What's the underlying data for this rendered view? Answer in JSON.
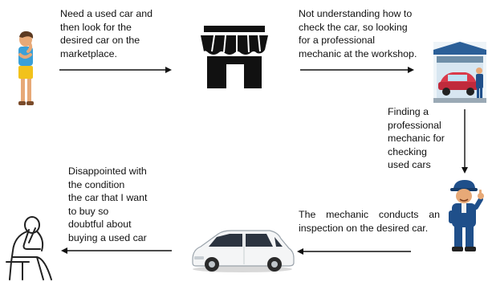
{
  "steps": {
    "step1": "Need a used car and\nthen look for the\ndesired car on the\nmarketplace.",
    "step2": "Not understanding how to\ncheck the car, so looking\nfor a professional\nmechanic at the workshop.",
    "step3": "Finding a\nprofessional\nmechanic for\nchecking\nused cars",
    "step4": "The mechanic conducts an inspection on the desired car.",
    "step5": "Disappointed with\nthe condition\nthe car that I want\nto buy so\ndoubtful about\nbuying a used car"
  },
  "icons": {
    "person": "thinking-person-icon",
    "store": "storefront-icon",
    "workshop": "car-workshop-icon",
    "mechanic": "mechanic-thumbs-up-icon",
    "car": "white-minivan-icon",
    "sad": "disappointed-person-icon"
  },
  "colors": {
    "text": "#111111",
    "arrow": "#111111",
    "mechanic_blue": "#1f4f8a",
    "shirt": "#3aa0d8",
    "shorts": "#f2c21b"
  }
}
